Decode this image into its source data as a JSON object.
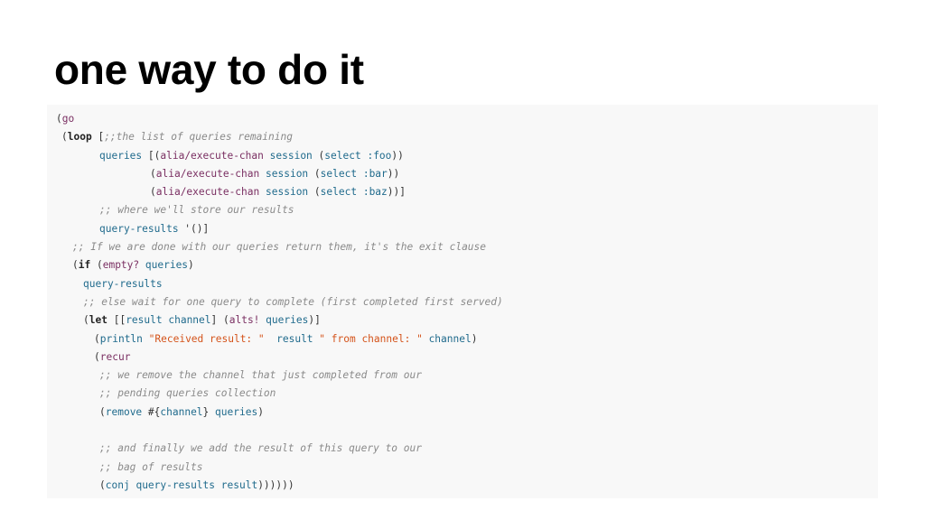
{
  "slide": {
    "title": "one way to do it"
  },
  "code": {
    "colors": {
      "comment": "#8a8a8a",
      "keyword": "#7a2f62",
      "symbol": "#1f6a8c",
      "string": "#d4531a",
      "text": "#333333"
    },
    "lines": [
      {
        "indent": 10,
        "tokens": [
          {
            "t": "p",
            "v": "("
          },
          {
            "t": "k",
            "v": "go"
          }
        ]
      },
      {
        "indent": 16,
        "tokens": [
          {
            "t": "p",
            "v": "("
          },
          {
            "t": "kb",
            "v": "loop"
          },
          {
            "t": "p",
            "v": " ["
          },
          {
            "t": "c",
            "v": ";;the list of queries remaining"
          }
        ]
      },
      {
        "indent": 58,
        "tokens": [
          {
            "t": "v",
            "v": "queries"
          },
          {
            "t": "p",
            "v": " [("
          },
          {
            "t": "f",
            "v": "alia/execute-chan"
          },
          {
            "t": "p",
            "v": " "
          },
          {
            "t": "v",
            "v": "session"
          },
          {
            "t": "p",
            "v": " ("
          },
          {
            "t": "v",
            "v": "select"
          },
          {
            "t": "p",
            "v": " "
          },
          {
            "t": "v",
            "v": ":foo"
          },
          {
            "t": "p",
            "v": "))"
          }
        ]
      },
      {
        "indent": 114,
        "tokens": [
          {
            "t": "p",
            "v": "("
          },
          {
            "t": "f",
            "v": "alia/execute-chan"
          },
          {
            "t": "p",
            "v": " "
          },
          {
            "t": "v",
            "v": "session"
          },
          {
            "t": "p",
            "v": " ("
          },
          {
            "t": "v",
            "v": "select"
          },
          {
            "t": "p",
            "v": " "
          },
          {
            "t": "v",
            "v": ":bar"
          },
          {
            "t": "p",
            "v": "))"
          }
        ]
      },
      {
        "indent": 114,
        "tokens": [
          {
            "t": "p",
            "v": "("
          },
          {
            "t": "f",
            "v": "alia/execute-chan"
          },
          {
            "t": "p",
            "v": " "
          },
          {
            "t": "v",
            "v": "session"
          },
          {
            "t": "p",
            "v": " ("
          },
          {
            "t": "v",
            "v": "select"
          },
          {
            "t": "p",
            "v": " "
          },
          {
            "t": "v",
            "v": ":baz"
          },
          {
            "t": "p",
            "v": "))]"
          }
        ]
      },
      {
        "indent": 58,
        "tokens": [
          {
            "t": "c",
            "v": ";; where we'll store our results"
          }
        ]
      },
      {
        "indent": 58,
        "tokens": [
          {
            "t": "v",
            "v": "query-results"
          },
          {
            "t": "p",
            "v": " '()]"
          }
        ]
      },
      {
        "indent": 28,
        "tokens": [
          {
            "t": "c",
            "v": ";; If we are done with our queries return them, it's the exit clause"
          }
        ]
      },
      {
        "indent": 28,
        "tokens": [
          {
            "t": "p",
            "v": "("
          },
          {
            "t": "kb",
            "v": "if"
          },
          {
            "t": "p",
            "v": " ("
          },
          {
            "t": "f",
            "v": "empty?"
          },
          {
            "t": "p",
            "v": " "
          },
          {
            "t": "v",
            "v": "queries"
          },
          {
            "t": "p",
            "v": ")"
          }
        ]
      },
      {
        "indent": 40,
        "tokens": [
          {
            "t": "v",
            "v": "query-results"
          }
        ]
      },
      {
        "indent": 40,
        "tokens": [
          {
            "t": "c",
            "v": ";; else wait for one query to complete (first completed first served)"
          }
        ]
      },
      {
        "indent": 40,
        "tokens": [
          {
            "t": "p",
            "v": "("
          },
          {
            "t": "kb",
            "v": "let"
          },
          {
            "t": "p",
            "v": " [["
          },
          {
            "t": "v",
            "v": "result"
          },
          {
            "t": "p",
            "v": " "
          },
          {
            "t": "v",
            "v": "channel"
          },
          {
            "t": "p",
            "v": "] ("
          },
          {
            "t": "f",
            "v": "alts!"
          },
          {
            "t": "p",
            "v": " "
          },
          {
            "t": "v",
            "v": "queries"
          },
          {
            "t": "p",
            "v": ")]"
          }
        ]
      },
      {
        "indent": 52,
        "tokens": [
          {
            "t": "p",
            "v": "("
          },
          {
            "t": "v",
            "v": "println"
          },
          {
            "t": "p",
            "v": " "
          },
          {
            "t": "s",
            "v": "\"Received result: \""
          },
          {
            "t": "p",
            "v": "  "
          },
          {
            "t": "v",
            "v": "result"
          },
          {
            "t": "p",
            "v": " "
          },
          {
            "t": "s",
            "v": "\" from channel: \""
          },
          {
            "t": "p",
            "v": " "
          },
          {
            "t": "v",
            "v": "channel"
          },
          {
            "t": "p",
            "v": ")"
          }
        ]
      },
      {
        "indent": 52,
        "tokens": [
          {
            "t": "p",
            "v": "("
          },
          {
            "t": "k",
            "v": "recur"
          }
        ]
      },
      {
        "indent": 58,
        "tokens": [
          {
            "t": "c",
            "v": ";; we remove the channel that just completed from our"
          }
        ]
      },
      {
        "indent": 58,
        "tokens": [
          {
            "t": "c",
            "v": ";; pending queries collection"
          }
        ]
      },
      {
        "indent": 58,
        "tokens": [
          {
            "t": "p",
            "v": "("
          },
          {
            "t": "v",
            "v": "remove"
          },
          {
            "t": "p",
            "v": " #{"
          },
          {
            "t": "v",
            "v": "channel"
          },
          {
            "t": "p",
            "v": "} "
          },
          {
            "t": "v",
            "v": "queries"
          },
          {
            "t": "p",
            "v": ")"
          }
        ]
      },
      {
        "indent": 58,
        "tokens": []
      },
      {
        "indent": 58,
        "tokens": [
          {
            "t": "c",
            "v": ";; and finally we add the result of this query to our"
          }
        ]
      },
      {
        "indent": 58,
        "tokens": [
          {
            "t": "c",
            "v": ";; bag of results"
          }
        ]
      },
      {
        "indent": 58,
        "tokens": [
          {
            "t": "p",
            "v": "("
          },
          {
            "t": "v",
            "v": "conj"
          },
          {
            "t": "p",
            "v": " "
          },
          {
            "t": "v",
            "v": "query-results"
          },
          {
            "t": "p",
            "v": " "
          },
          {
            "t": "v",
            "v": "result"
          },
          {
            "t": "p",
            "v": "))))))"
          }
        ]
      }
    ]
  }
}
